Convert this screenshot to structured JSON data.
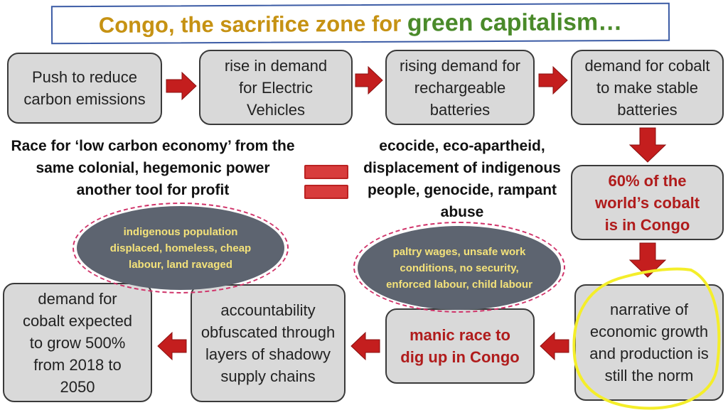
{
  "title": {
    "part1": "Congo, the sacrifice zone for ",
    "part2": "green capitalism",
    "part3": "…"
  },
  "top_row": {
    "step1": "Push to reduce carbon emissions",
    "step2": "rise in demand for Electric Vehicles",
    "step3": "rising demand for rechargeable batteries",
    "step4": "demand for cobalt to make stable batteries"
  },
  "right_column": {
    "cobalt_share": "60% of the world’s cobalt is in Congo",
    "narrative": "narrative of economic growth and production is still the norm"
  },
  "bottom_row": {
    "race": "manic race to dig up in Congo",
    "accountability": "accountability obfuscated through layers of shadowy supply chains",
    "demand_growth": "demand for cobalt expected to grow 500% from 2018 to 2050"
  },
  "middle": {
    "left_statement": "Race for ‘low carbon economy’ from the same colonial, hegemonic power another tool for profit",
    "right_statement": "ecocide, eco-apartheid, displacement of indigenous people, genocide, rampant abuse"
  },
  "ovals": {
    "indigenous": "indigenous population displaced, homeless, cheap labour, land ravaged",
    "labour": "paltry wages, unsafe work conditions, no security, enforced labour, child labour"
  },
  "colors": {
    "title_gold": "#c69213",
    "title_green": "#4a8a2a",
    "box_fill": "#d9d9d9",
    "arrow_red": "#c41e1e",
    "oval_fill": "#5d6470",
    "oval_text": "#f4e27a",
    "highlight_yellow": "#f4ee2a"
  }
}
